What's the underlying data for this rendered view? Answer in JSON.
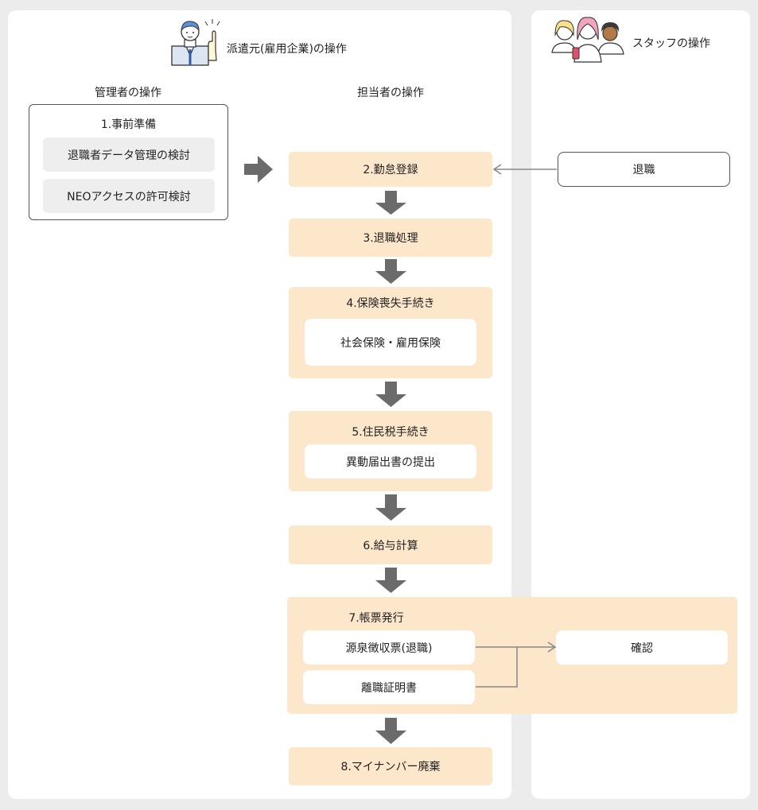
{
  "headers": {
    "dispatcher_title": "派遣元(雇用企業)の操作",
    "staff_title": "スタッフの操作",
    "admin_label": "管理者の操作",
    "person_in_charge_label": "担当者の操作"
  },
  "admin": {
    "title": "1.事前準備",
    "items": [
      "退職者データ管理の検討",
      "NEOアクセスの許可検討"
    ]
  },
  "steps": {
    "s2": "2.勤怠登録",
    "s3": "3.退職処理",
    "s4": {
      "title": "4.保険喪失手続き",
      "item": "社会保険・雇用保険"
    },
    "s5": {
      "title": "5.住民税手続き",
      "item": "異動届出書の提出"
    },
    "s6": "6.給与計算",
    "s7": {
      "title": "7.帳票発行",
      "items": [
        "源泉徴収票(退職)",
        "離職証明書"
      ]
    },
    "s8": "8.マイナンバー廃棄"
  },
  "staff": {
    "retire": "退職",
    "confirm": "確認"
  },
  "colors": {
    "peach": "#fde7cb",
    "arrow_gray": "#6b6b6b",
    "background": "#ececec"
  },
  "icons": [
    "office-worker-icon",
    "staff-group-icon"
  ]
}
